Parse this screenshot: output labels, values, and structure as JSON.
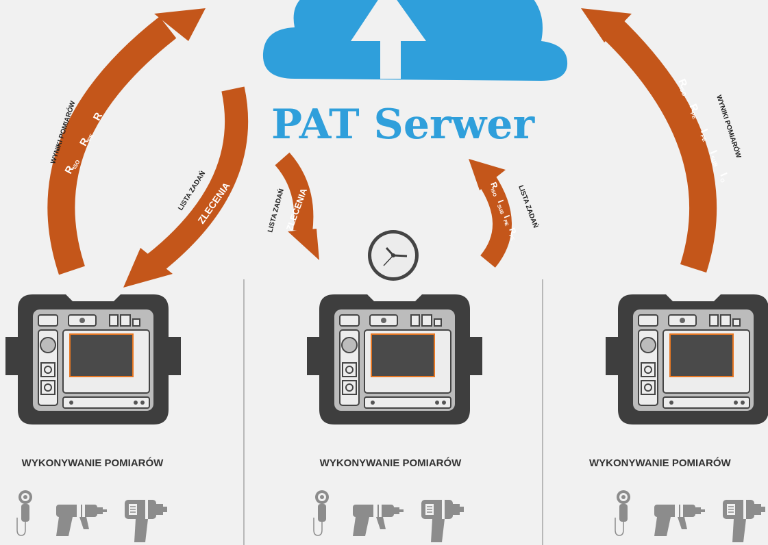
{
  "title": "PAT Serwer",
  "colors": {
    "background": "#f1f1f1",
    "cloud": "#2f9fdb",
    "arrow": "#c4561a",
    "device_dark": "#3e3e3e",
    "device_light": "#bfbfbf",
    "screen_border": "#e87722",
    "divider": "#b8b8b8",
    "tool": "#8c8c8c"
  },
  "icons": {
    "cloud": "cloud-upload-icon",
    "clock": "clock-icon",
    "meter": "meter-device-icon",
    "tools": [
      "angle-grinder-icon",
      "drill-icon",
      "heat-gun-icon"
    ]
  },
  "left": {
    "results_label": "WYNIKI POMIARÓW",
    "tasks_label": "LISTA ZADAŃ",
    "tasks_word": "ZLECENIA",
    "symbols": {
      "riso": "R",
      "riso_sub": "ISO",
      "rpe": "R",
      "rpe_sub": "PE",
      "r": "R"
    }
  },
  "center": {
    "tasks_label_left": "LISTA ZADAŃ",
    "tasks_word": "ZLECENIA",
    "tasks_label_right": "LISTA ZADAŃ",
    "symbols": {
      "riso": "R",
      "riso_sub": "ISO",
      "isub": "I",
      "isub_sub": "SUB",
      "ipe": "I",
      "ipe_sub": "PE",
      "rpe": "R",
      "rpe_sub": "PE"
    }
  },
  "right": {
    "results_label": "WYNIKI POMIARÓW",
    "symbols": {
      "riso": "R",
      "riso_sub": "ISO",
      "rpe": "R",
      "rpe_sub": "PE",
      "ipe": "I",
      "ipe_sub": "PE",
      "isub": "I",
      "isub_sub": "SUB",
      "io": "I",
      "io_sub": "O"
    }
  },
  "columns": [
    {
      "label": "WYKONYWANIE POMIARÓW"
    },
    {
      "label": "WYKONYWANIE POMIARÓW"
    },
    {
      "label": "WYKONYWANIE POMIARÓW"
    }
  ]
}
